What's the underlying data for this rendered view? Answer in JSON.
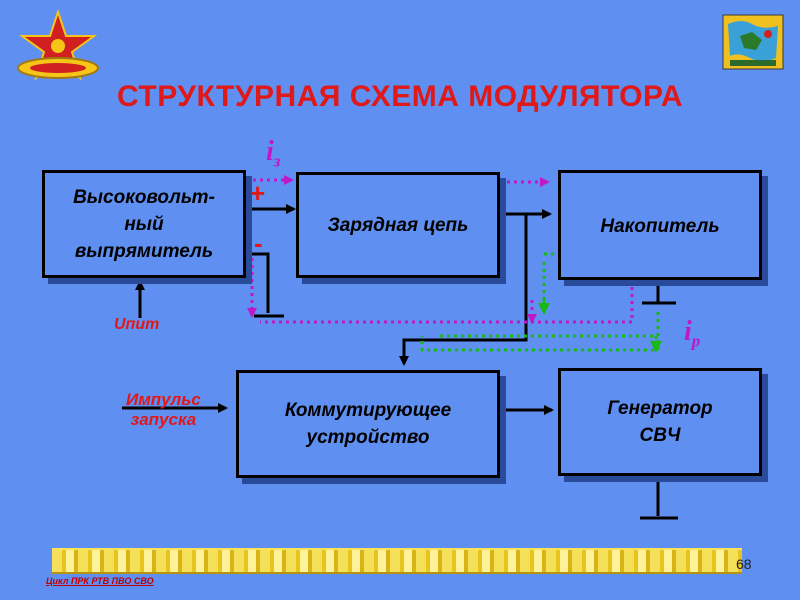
{
  "slide": {
    "title": "СТРУКТУРНАЯ СХЕМА МОДУЛЯТОРА",
    "page_number": "68",
    "footer": "Цикл ПРК РТВ ПВО СВО",
    "colors": {
      "background": "#5f8ff0",
      "title": "#e01818",
      "charge_current": "#c018c8",
      "discharge_current": "#18b818"
    }
  },
  "blocks": {
    "rectifier": "Высоковольт-\nный\nвыпрямитель",
    "charging_circuit": "Зарядная цепь",
    "storage": "Накопитель",
    "switching_device": "Коммутирующее\nустройство",
    "microwave_generator": "Генератор\nСВЧ"
  },
  "labels": {
    "plus": "+",
    "minus": "-",
    "supply_voltage": "Uпит",
    "trigger_pulse": "Импульс\nзапуска",
    "charge_current_base": "i",
    "charge_current_sub": "з",
    "discharge_current_base": "i",
    "discharge_current_sub": "р"
  },
  "logos": {
    "left": "emblem-icon",
    "right": "map-emblem-icon"
  }
}
